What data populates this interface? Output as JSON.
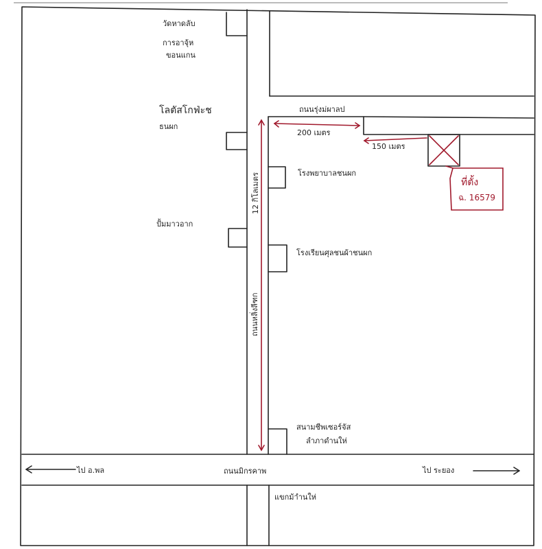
{
  "labels": {
    "temple": "วัดหาดลับ",
    "temple_sub1": "การอาจุ้ห",
    "temple_sub2": "ขอนแกน",
    "lotus1": "โลตัสโกฟ่ะช",
    "lotus2": "ธนผก",
    "yaak": "ปั้มมาวอาก",
    "hospital": "โรงพยาบาลชนผก",
    "school": "โรงเรียนศุลชนผ้าชนผก",
    "stadium1": "สนามชีพเซอร์จัส",
    "stadium2": "ลำภาดำนให่",
    "road_north": "ถนนรุ่งม่ผาลป",
    "road_vertical": "ถนนหลิ่งลีฑก",
    "road_main": "ถนนมิกรคาพ",
    "road_bottom": "แขกม้าำนให่",
    "dist_200": "200 เมตร",
    "dist_150": "150 เมตร",
    "dist_12km": "12 กิโลเมตร",
    "to_left": "ไป อ.พล",
    "to_right": "ไป ระยอง",
    "location_title": "ที่ตั้ง",
    "location_id": "ฉ. 16579"
  },
  "colors": {
    "ink": "#222222",
    "marker": "#a0182b"
  }
}
